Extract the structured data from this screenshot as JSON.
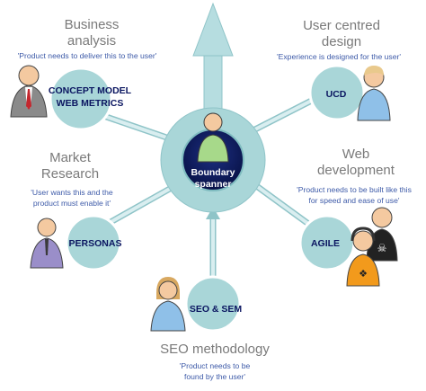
{
  "center": {
    "line1": "Boundary",
    "line2": "spanner"
  },
  "sections": {
    "business": {
      "title1": "Business",
      "title2": "analysis",
      "quote1": "'Product needs to deliver this to the user'",
      "tag1": "CONCEPT MODEL",
      "tag2": "WEB METRICS"
    },
    "ucd": {
      "title1": "User centred",
      "title2": "design",
      "quote1": "'Experience is designed for the user'",
      "tag1": "UCD"
    },
    "market": {
      "title1": "Market",
      "title2": "Research",
      "quote1": "'User wants this and the",
      "quote2": "product must enable it'",
      "tag1": "PERSONAS"
    },
    "webdev": {
      "title1": "Web",
      "title2": "development",
      "quote1": "'Product needs to be built like this",
      "quote2": "for speed and ease of use'",
      "tag1": "AGILE"
    },
    "seo": {
      "title1": "SEO methodology",
      "quote1": "'Product needs to be",
      "quote2": "found by the user'",
      "tag1": "SEO & SEM"
    }
  },
  "colors": {
    "teal_circle": "#a9d6d8",
    "teal_ring": "#7fbcc0",
    "arrow_fill": "#b6dde0",
    "hub_fill": "#0b1a5c",
    "person_green": "#a7d98a",
    "person_blue": "#8fc0e8",
    "person_purple": "#9a8ec9",
    "person_orange": "#f29a1c"
  }
}
